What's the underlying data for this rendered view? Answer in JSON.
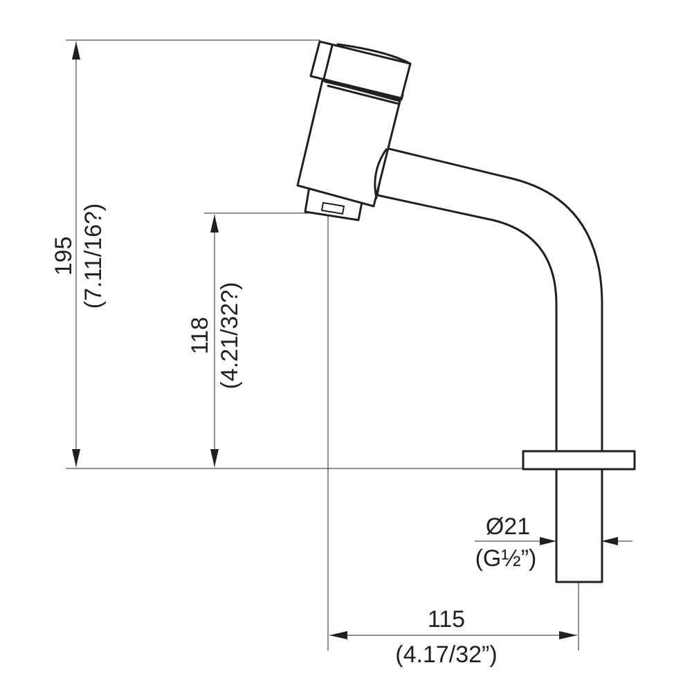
{
  "dimensions": {
    "overall_height": {
      "value": "195",
      "imperial": "(7.11/16?)"
    },
    "spout_height": {
      "value": "118",
      "imperial": "(4.21/32?)"
    },
    "pipe_diameter": {
      "value": "Ø21",
      "thread": "(G½”)"
    },
    "projection": {
      "value": "115",
      "imperial": "(4.17/32”)"
    }
  },
  "colors": {
    "line": "#231f20",
    "background": "#ffffff"
  }
}
